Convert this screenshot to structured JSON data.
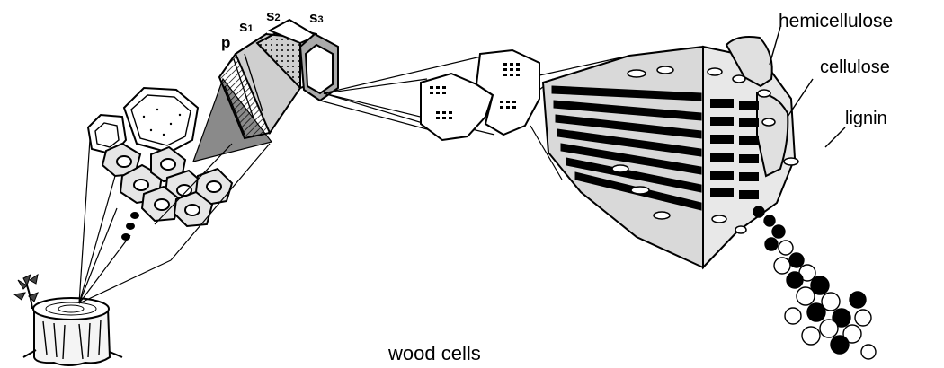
{
  "labels": {
    "hemicellulose": "hemicellulose",
    "cellulose": "cellulose",
    "lignin": "lignin",
    "caption": "wood cells"
  },
  "wall_layers": {
    "p": "p",
    "s1": {
      "letter": "s",
      "index": "1"
    },
    "s2": {
      "letter": "s",
      "index": "2"
    },
    "s3": {
      "letter": "s",
      "index": "3"
    }
  }
}
